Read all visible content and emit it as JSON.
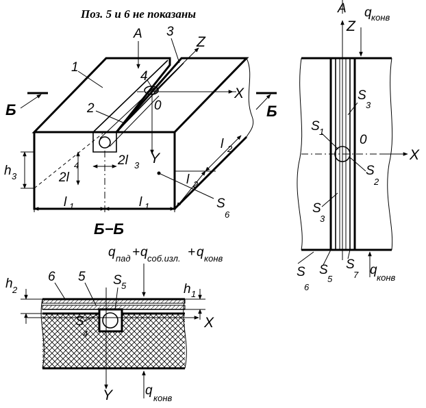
{
  "title": "Поз. 5 и 6 не показаны",
  "iso": {
    "pos1": "1",
    "pos2": "2",
    "pos3": "3",
    "pos4": "4",
    "axisA": "A",
    "axisZ": "Z",
    "axisX": "X",
    "axisY": "Y",
    "origin": "0",
    "sectionMark": "Б",
    "h3": "h",
    "h3sub": "3",
    "l4": "2l",
    "l4sub": "4",
    "l3": "2l",
    "l3sub": "3",
    "l1": "l",
    "l1sub": "1",
    "l2": "l",
    "l2sub": "2",
    "s6": "S",
    "s6sub": "6"
  },
  "top": {
    "axisA": "A",
    "axisZ": "Z",
    "axisX": "X",
    "origin": "0",
    "q": "q",
    "qsub": "конв",
    "s1": "S",
    "s1sub": "1",
    "s2": "S",
    "s2sub": "2",
    "s3": "S",
    "s3sub": "3",
    "s5": "S",
    "s5sub": "5",
    "s6": "S",
    "s6sub": "6",
    "s7": "S",
    "s7sub": "7"
  },
  "section": {
    "title": "Б−Б",
    "heat_q1": "q",
    "heat_q1sub": "пад",
    "heat_q2": "q",
    "heat_q2sub": "соб.изл.",
    "heat_q3": "q",
    "heat_q3sub": "конв",
    "plus": "+",
    "h1": "h",
    "h1sub": "1",
    "h2": "h",
    "h2sub": "2",
    "pos5": "5",
    "pos6": "6",
    "s4": "S",
    "s4sub": "4",
    "s5": "S",
    "s5sub": "5",
    "axisX": "X",
    "axisY": "Y",
    "q": "q",
    "qsub": "конв"
  }
}
